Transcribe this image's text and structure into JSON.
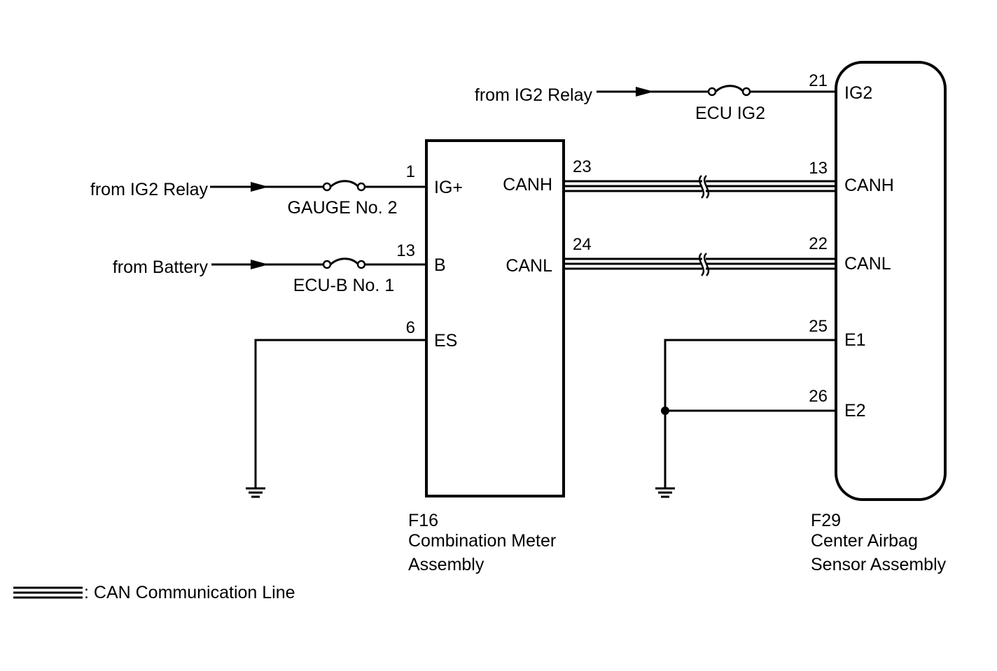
{
  "sources": {
    "ig2_top": "from IG2 Relay",
    "ig2_left": "from IG2 Relay",
    "battery": "from Battery"
  },
  "fuses": {
    "ecu_ig2": "ECU IG2",
    "gauge_no2": "GAUGE No. 2",
    "ecu_b_no1": "ECU-B No. 1"
  },
  "meter": {
    "connector": "F16",
    "name_line1": "Combination Meter",
    "name_line2": "Assembly",
    "pins": [
      {
        "num": "1",
        "label": "IG+"
      },
      {
        "num": "13",
        "label": "B"
      },
      {
        "num": "6",
        "label": "ES"
      },
      {
        "num": "23",
        "label": "CANH"
      },
      {
        "num": "24",
        "label": "CANL"
      }
    ]
  },
  "airbag": {
    "connector": "F29",
    "name_line1": "Center Airbag",
    "name_line2": "Sensor Assembly",
    "pins": [
      {
        "num": "21",
        "label": "IG2"
      },
      {
        "num": "13",
        "label": "CANH"
      },
      {
        "num": "22",
        "label": "CANL"
      },
      {
        "num": "25",
        "label": "E1"
      },
      {
        "num": "26",
        "label": "E2"
      }
    ]
  },
  "legend": {
    "text": ": CAN Communication Line"
  }
}
